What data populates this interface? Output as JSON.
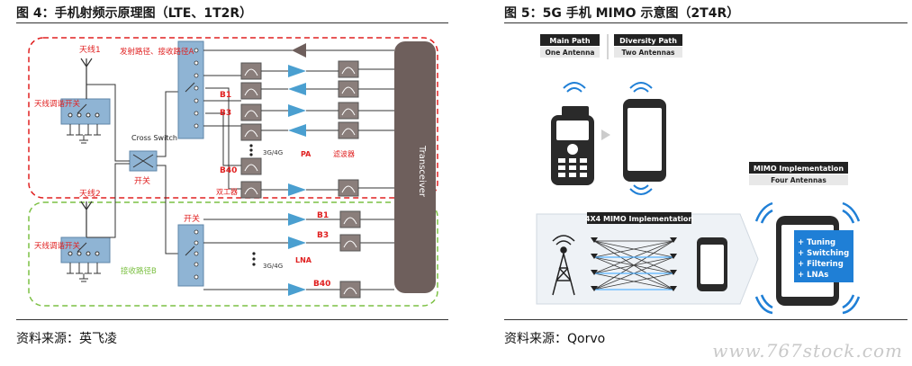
{
  "left": {
    "title": "图 4：手机射频示原理图（LTE、1T2R）",
    "source": "资料来源：英飞凌",
    "labels": {
      "antenna1": "天线1",
      "antenna2": "天线2",
      "tx_rx_a": "发射路径、接收路径A",
      "rx_b": "接收路径B",
      "ant_tuner_1": "天线调谐开关",
      "ant_tuner_2": "天线调谐开关",
      "cross_switch": "Cross Switch",
      "switch_cn": "开关",
      "switch_cn_2": "开关",
      "band_b1": "B1",
      "band_b3": "B3",
      "band_b40": "B40",
      "band_b1_rx": "B1",
      "band_b3_rx": "B3",
      "band_b40_rx": "B40",
      "dots_3g4g": "3G/4G",
      "dots_3g4g_2": "3G/4G",
      "pa": "PA",
      "filter": "滤波器",
      "duplexer": "双工器",
      "lna": "LNA",
      "transceiver": "Transceiver"
    }
  },
  "right": {
    "title": "图 5：5G 手机 MIMO 示意图（2T4R）",
    "source": "资料来源：Qorvo",
    "main_path": "Main Path",
    "one_antenna": "One Antenna",
    "diversity_path": "Diversity Path",
    "two_antennas": "Two Antennas",
    "mimo_impl": "MIMO Implementation",
    "four_antennas": "Four Antennas",
    "mimo_4x4": "4X4 MIMO Implementation",
    "features": [
      "+ Tuning",
      "+ Switching",
      "+ Filtering",
      "+ LNAs"
    ]
  },
  "watermark": "www.767stock.com",
  "colors": {
    "tx_border": "#e02020",
    "rx_border": "#7cc043",
    "module": "#8fb4d4",
    "transceiver": "#6e5f5c",
    "amp": "#4a9fd0",
    "label_red": "#e02020",
    "accent_blue": "#1f7fd6"
  }
}
